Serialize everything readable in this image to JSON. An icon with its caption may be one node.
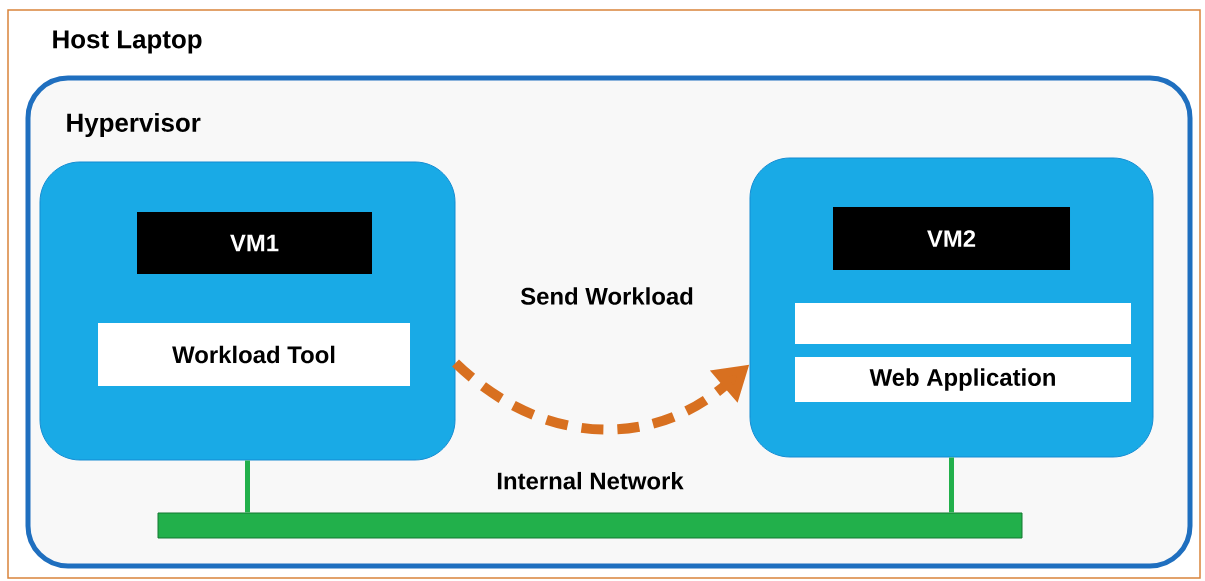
{
  "diagram": {
    "nodes": [
      {
        "text": [
          "Host Laptop"
        ]
      },
      {
        "text": [
          "Hypervisor"
        ],
        "in": 0
      },
      {
        "text": [],
        "shape": "box",
        "in": 1
      },
      {
        "text": [
          "VM1"
        ],
        "in": 2
      },
      {
        "text": [
          "Workload Tool"
        ],
        "in": 2
      },
      {
        "text": [],
        "shape": "box",
        "in": 1
      },
      {
        "text": [
          "VM2"
        ],
        "in": 5
      },
      {
        "text": [],
        "shape": "box",
        "in": 5
      },
      {
        "text": [
          "Web Application"
        ],
        "in": 5
      },
      {
        "text": [
          "Internal Network"
        ],
        "in": 1
      }
    ],
    "edges": [
      {
        "from": 2,
        "to": 5,
        "arrow": "to",
        "label": "Send Workload",
        "style": "dashed",
        "color": "#d87020"
      },
      {
        "from": 2,
        "to": 9,
        "arrow": "none",
        "color": "#22b04b"
      },
      {
        "from": 5,
        "to": 9,
        "arrow": "none",
        "color": "#22b04b"
      }
    ]
  }
}
